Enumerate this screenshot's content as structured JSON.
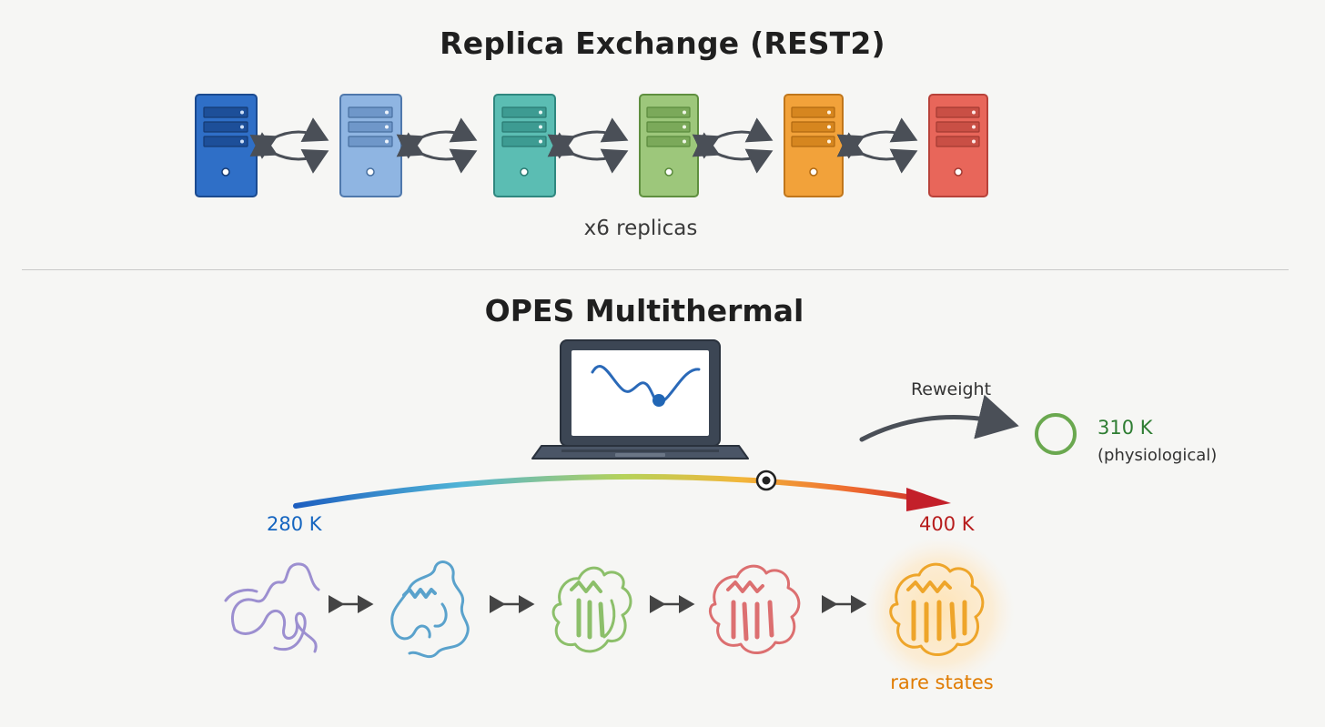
{
  "rex_section": {
    "title": "Replica Exchange (REST2)",
    "replica_count_label": "x6 replicas",
    "replica_colors": [
      "#2f6fc7",
      "#8fb5e2",
      "#5bbdb3",
      "#9dc77b",
      "#f2a23a",
      "#e8665a"
    ]
  },
  "opes_section": {
    "title": "OPES Multithermal",
    "temperature_range": {
      "low_label": "280 K",
      "high_label": "400 K"
    },
    "reweight": {
      "label": "Reweight",
      "target_temp": "310 K",
      "target_note": "(physiological)"
    },
    "conformations": [
      {
        "state": "unfolded",
        "color": "#9c8fd0"
      },
      {
        "state": "partial-helix",
        "color": "#5aa2cc"
      },
      {
        "state": "partial-fold",
        "color": "#8cbf6a"
      },
      {
        "state": "folded",
        "color": "#dc6f70"
      },
      {
        "state": "rare",
        "color": "#eea52a"
      }
    ],
    "rare_label": "rare states"
  }
}
